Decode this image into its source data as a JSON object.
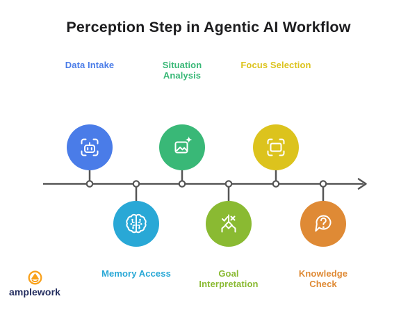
{
  "title": "Perception Step in Agentic AI Workflow",
  "steps": [
    {
      "label": "Data Intake",
      "color": "#4a7ce8",
      "icon": "robot-scan-icon",
      "row": "top"
    },
    {
      "label": "Memory Access",
      "color": "#29a8d6",
      "icon": "brain-icon",
      "row": "bottom"
    },
    {
      "label": "Situation Analysis",
      "color": "#39b877",
      "icon": "image-sparkle-icon",
      "row": "top"
    },
    {
      "label": "Goal Interpretation",
      "color": "#8aba32",
      "icon": "decision-check-icon",
      "row": "bottom"
    },
    {
      "label": "Focus Selection",
      "color": "#dcc31d",
      "icon": "focus-frame-icon",
      "row": "top"
    },
    {
      "label": "Knowledge Check",
      "color": "#df8a35",
      "icon": "question-bubble-icon",
      "row": "bottom"
    }
  ],
  "timeline": {
    "color": "#555555"
  },
  "logo": {
    "text": "amplework",
    "icon": "amplework-logo-icon",
    "text_color": "#232d5f",
    "icon_color": "#f9a11b"
  }
}
